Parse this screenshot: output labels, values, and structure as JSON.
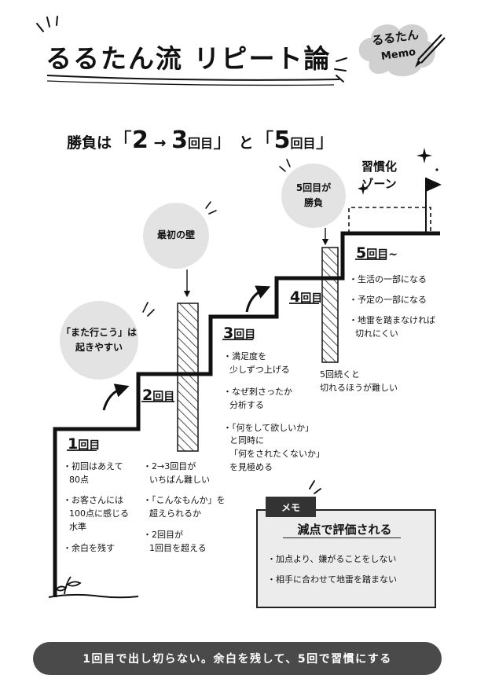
{
  "title": "るるたん流 リピート論",
  "logo": {
    "line1": "るるたん",
    "line2": "Memo"
  },
  "subtitle": {
    "lead": "勝負は",
    "open1": "「",
    "num1": "2",
    "arrow": "→",
    "num2": "3",
    "unit1": "回目",
    "close1": "」",
    "and": "と",
    "open2": "「",
    "num3": "5",
    "unit2": "回目",
    "close2": "」"
  },
  "habit_zone": {
    "line1": "習慣化",
    "line2": "ゾーン"
  },
  "bubbles": {
    "wall": "最初の壁",
    "easy_line1": "「また行こう」は",
    "easy_line2": "起きやすい",
    "win_line1": "5回目が",
    "win_line2": "勝負"
  },
  "steps": {
    "s1": {
      "num": "1",
      "unit": "回目"
    },
    "s2": {
      "num": "2",
      "unit": "回目"
    },
    "s3": {
      "num": "3",
      "unit": "回目"
    },
    "s4": {
      "num": "4",
      "unit": "回目"
    },
    "s5": {
      "num": "5",
      "unit": "回目~"
    }
  },
  "notes": {
    "n1a": "・初回はあえて",
    "n1b": "80点",
    "n1c": "・お客さんには",
    "n1d": "100点に感じる",
    "n1e": "水準",
    "n1f": "・余白を残す",
    "n2a": "・2→3回目が",
    "n2b": "いちばん難しい",
    "n2c": "・「こんなもんか」を",
    "n2d": "超えられるか",
    "n2e": "・2回目が",
    "n2f": "1回目を超える",
    "n3a": "・満足度を",
    "n3b": "少しずつ上げる",
    "n3c": "・なぜ刺さったか",
    "n3d": "分析する",
    "n3e": "・「何をして欲しいか」",
    "n3f": "と同時に",
    "n3g": "「何をされたくないか」",
    "n3h": "を見極める",
    "n4a": "5回続くと",
    "n4b": "切れるほうが難しい",
    "n5a": "・生活の一部になる",
    "n5b": "・予定の一部になる",
    "n5c": "・地雷を踏まなければ",
    "n5d": "切れにくい"
  },
  "memo": {
    "tag": "メモ",
    "heading": "減点で評価される",
    "item1": "・加点より、嫌がることをしない",
    "item2": "・相手に合わせて地雷を踏まない"
  },
  "footer": "1回目で出し切らない。余白を残して、5回で習慣にする"
}
